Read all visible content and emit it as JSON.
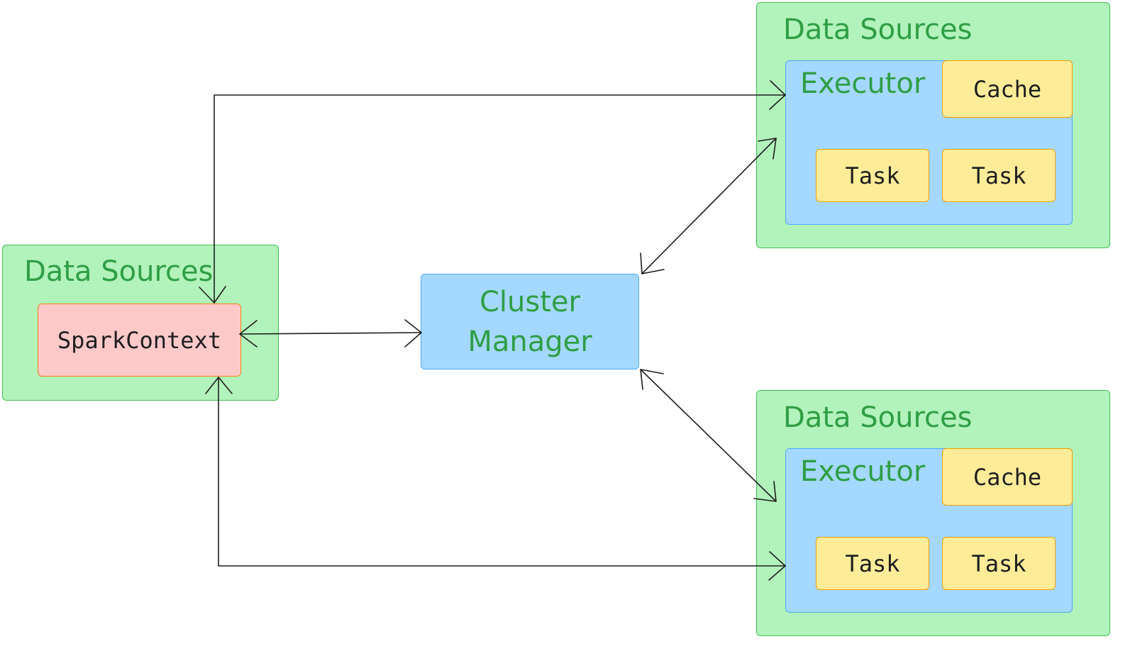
{
  "left_group": {
    "title": "Data Sources",
    "spark_context": "SparkContext"
  },
  "cluster_manager": {
    "line1": "Cluster",
    "line2": "Manager"
  },
  "top_group": {
    "title": "Data Sources",
    "executor": {
      "title": "Executor",
      "cache": "Cache",
      "tasks": [
        "Task",
        "Task"
      ]
    }
  },
  "bottom_group": {
    "title": "Data Sources",
    "executor": {
      "title": "Executor",
      "cache": "Cache",
      "tasks": [
        "Task",
        "Task"
      ]
    }
  },
  "colors": {
    "group_fill": "#b2f2bb",
    "group_stroke": "#40c057",
    "title_text": "#2f9e44",
    "executor_fill": "#a5d8ff",
    "chip_fill": "#ffec99",
    "spark_fill": "#ffc9c9"
  }
}
